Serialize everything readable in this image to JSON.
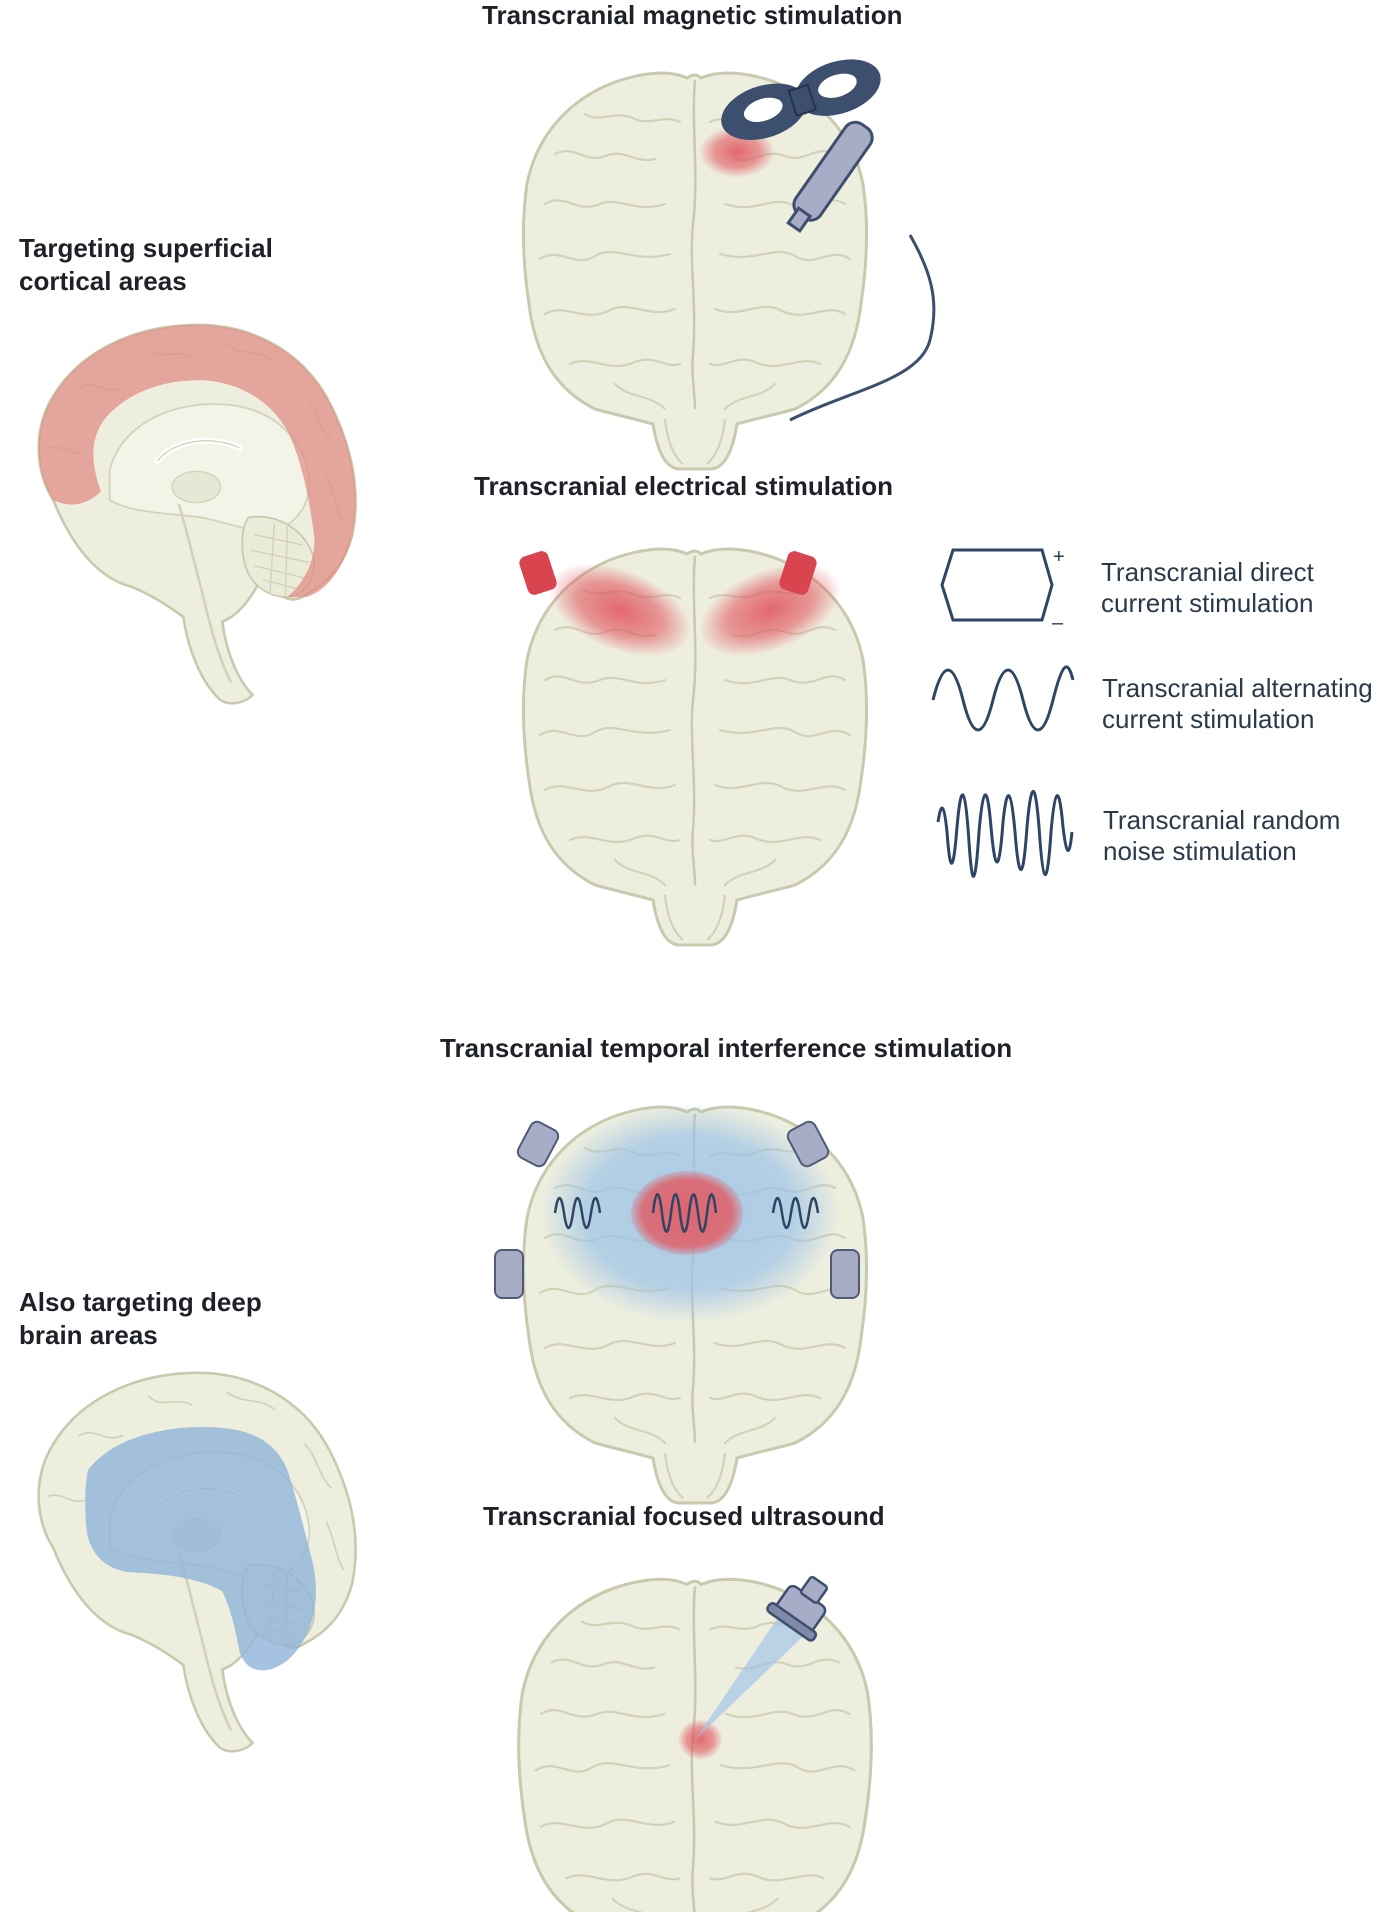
{
  "sections": {
    "superficial": {
      "line1": "Targeting superficial",
      "line2": "cortical areas"
    },
    "deep": {
      "line1": "Also targeting deep",
      "line2": "brain areas"
    }
  },
  "techniques": {
    "tms": {
      "title": "Transcranial magnetic stimulation"
    },
    "tes": {
      "title": "Transcranial electrical stimulation"
    },
    "tis": {
      "title": "Transcranial temporal interference stimulation"
    },
    "tfus": {
      "title": "Transcranial focused ultrasound"
    }
  },
  "waveforms": {
    "tdcs": {
      "line1": "Transcranial direct",
      "line2": "current stimulation",
      "plus": "+",
      "minus": "–"
    },
    "tacs": {
      "line1": "Transcranial alternating",
      "line2": "current stimulation"
    },
    "trns": {
      "line1": "Transcranial random",
      "line2": "noise stimulation"
    }
  },
  "colors": {
    "brain_fill": "#eeeedf",
    "brain_stroke": "#c9c9ae",
    "superficial_highlight": "#e08a82",
    "deep_highlight": "#8fb4d8",
    "target_red": "#e0505a",
    "electrode_red": "#d9454f",
    "electrode_gray": "#a7adc6",
    "coil_navy": "#3d4f6e",
    "wave_navy": "#2f4566"
  },
  "icons": [
    "sagittal-brain-icon",
    "coronal-brain-icon",
    "tms-coil-icon",
    "electrode-pad-icon",
    "ultrasound-transducer-icon"
  ]
}
